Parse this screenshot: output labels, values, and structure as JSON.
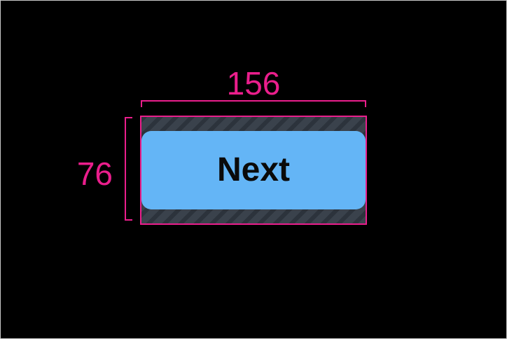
{
  "canvas": {
    "background": "#000000",
    "border_color": "#c8c8c8"
  },
  "annotation": {
    "color": "#ea1e8c",
    "width_label": "156",
    "height_label": "76"
  },
  "touch_target": {
    "outline_color": "#ea1e8c",
    "hatch_base_color": "#3a424c",
    "hatch_stripe_color": "#2c333c"
  },
  "button": {
    "label": "Next",
    "fill_color": "#64b5f6",
    "text_color": "#0a0a0a"
  }
}
